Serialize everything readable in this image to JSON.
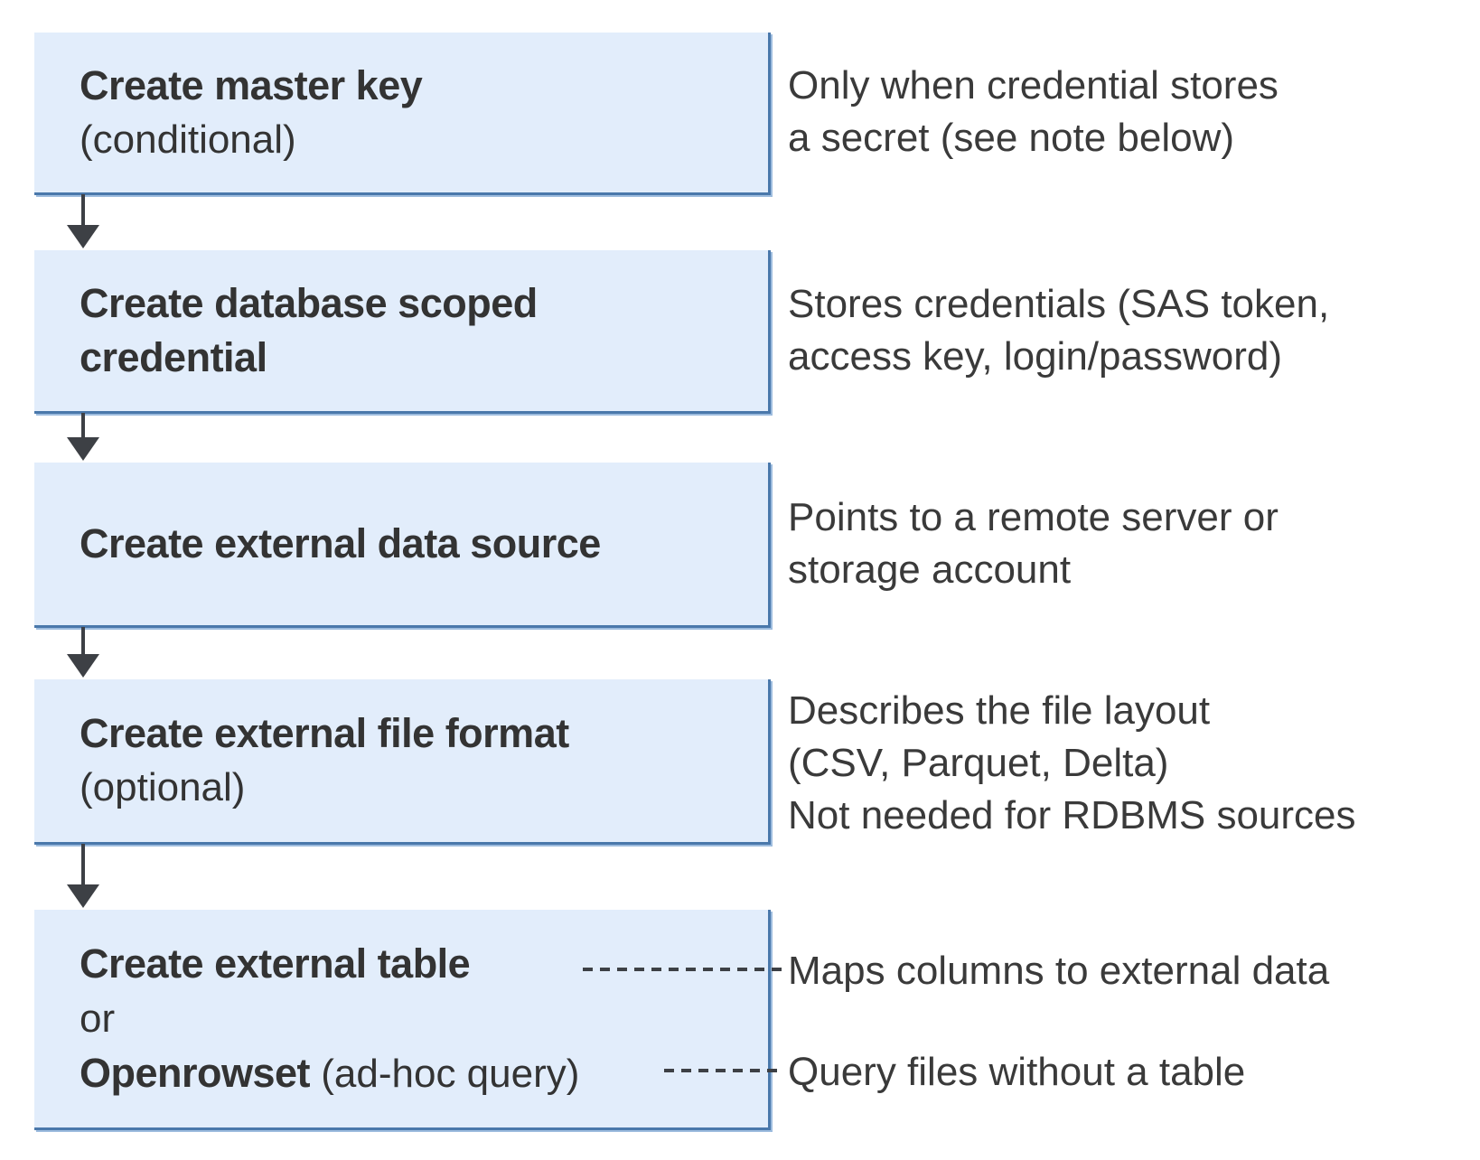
{
  "diagram": {
    "title_semantic": "External data access setup flow",
    "steps": [
      {
        "title": "Create master key",
        "subtitle": "(conditional)",
        "annotation": "Only when credential stores\na secret (see note below)"
      },
      {
        "title": "Create database scoped\ncredential",
        "annotation": "Stores credentials (SAS token,\naccess key, login/password)"
      },
      {
        "title": "Create external data source",
        "annotation": "Points to a remote server or\nstorage account"
      },
      {
        "title": "Create external file format",
        "subtitle": "(optional)",
        "annotation": "Describes the file layout\n(CSV, Parquet, Delta)\nNot needed for RDBMS sources"
      },
      {
        "title": "Create external table",
        "or_word": "or",
        "alt_title": "Openrowset",
        "alt_suffix": " (ad-hoc query)",
        "annotation_table": "Maps columns to external data",
        "annotation_openrowset": "Query files without a table"
      }
    ],
    "colors": {
      "box_fill": "#e2edfb",
      "box_border": "#4a78ab",
      "box_shadow": "#9dbcde",
      "arrow": "#3d4045",
      "text": "#333333"
    }
  }
}
